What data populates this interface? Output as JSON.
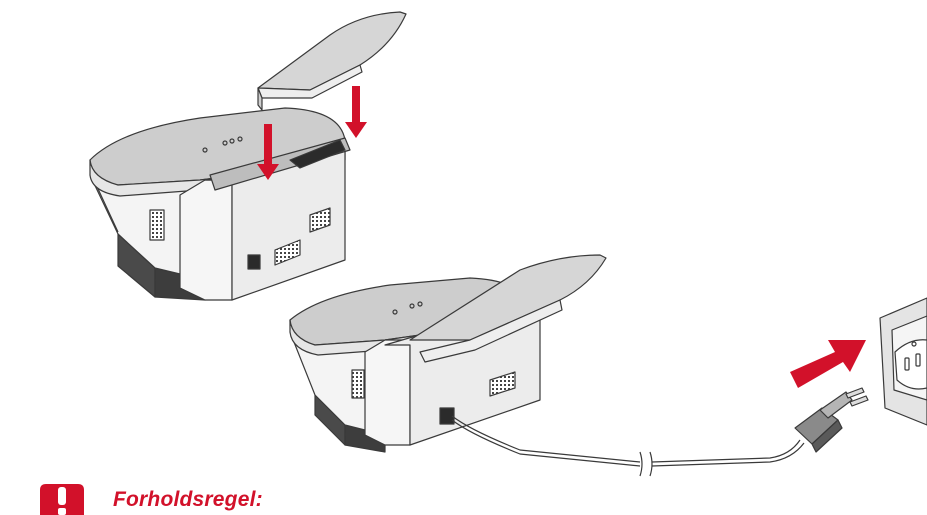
{
  "caution": {
    "icon": "caution-icon",
    "label": "Forholdsregel:"
  },
  "illustrations": [
    {
      "name": "printer-attach-paper-support",
      "arrow_icon": "down-arrow-icon",
      "arrow_count": 2
    },
    {
      "name": "printer-connect-power-cord",
      "arrow_icon": "right-arrow-icon",
      "outlet_icon": "wall-outlet-icon"
    }
  ],
  "colors": {
    "accent_red": "#d2112a",
    "line": "#3a3a3a",
    "printer_top": "#cfcfcf",
    "printer_body": "#f2f2f2",
    "printer_base": "#4a4a4a"
  }
}
